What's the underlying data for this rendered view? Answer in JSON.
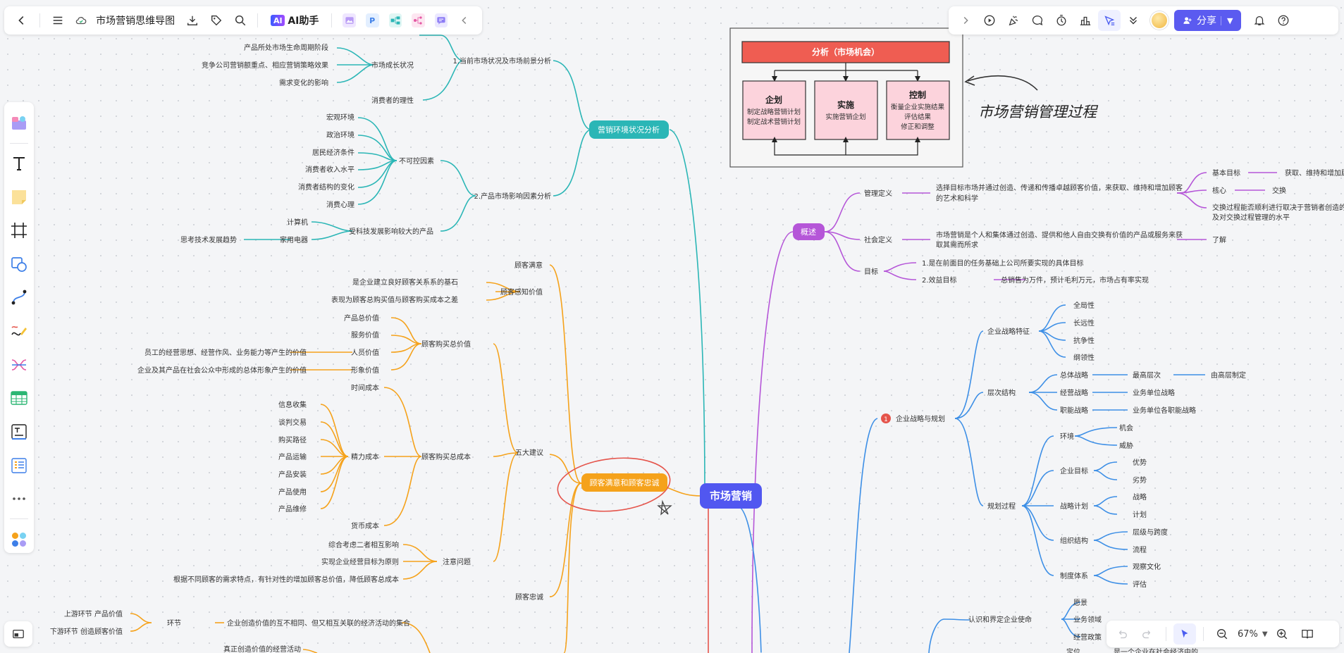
{
  "topbar": {
    "title": "市场营销思维导图",
    "ai_label": "AI助手",
    "ai_logo": "AI",
    "plugin_p": "P"
  },
  "share": {
    "label": "分享"
  },
  "zoom": {
    "level": "67%"
  },
  "colors": {
    "teal": "#2bb6b6",
    "purple": "#b556d8",
    "orange": "#f5a21b",
    "blue": "#3d8fe6",
    "root": "#5157f0",
    "red": "#e5544b"
  },
  "mindmap": {
    "root": "市场营销",
    "env": {
      "label": "营销环境状况分析",
      "b1": "1.当前市场状况及市场前景分析",
      "growth": "市场成长状况",
      "growth_items": [
        "产品所处市场生命周期阶段",
        "竞争公司营销额重点、相应营销策略效果",
        "需求变化的影响"
      ],
      "rational": "消费者的理性",
      "b2": "2.产品市场影响因素分析",
      "uncontrol": "不可控因素",
      "uncontrol_items": [
        "宏观环境",
        "政治环境",
        "居民经济条件",
        "消费者收入水平",
        "消费者结构的变化",
        "消费心理"
      ],
      "tech": "受科技发展影响较大的产品",
      "tech_items": [
        "计算机",
        "家用电器"
      ],
      "tech_note": "思考技术发展趋势"
    },
    "cs": {
      "label": "顾客满意和顾客忠诚",
      "satisfaction": "顾客满意",
      "perceived": "顾客感知价值",
      "perceived_items": [
        "是企业建立良好顾客关系系的基石",
        "表现为顾客总购买值与顾客购买成本之差"
      ],
      "total_value": "顾客购买总价值",
      "value_items": [
        "产品总价值",
        "服务价值",
        "人员价值",
        "形象价值"
      ],
      "personnel_note": "员工的经营思想、经营作风、业务能力等产生的价值",
      "image_note": "企业及其产品在社会公众中形成的总体形象产生的价值",
      "five": "五大建议",
      "total_cost": "顾客购买总成本",
      "time_cost": "时间成本",
      "energy_cost": "精力成本",
      "energy_items": [
        "信息收集",
        "谈判交易",
        "购买路径",
        "产品运输",
        "产品安装",
        "产品使用",
        "产品维修"
      ],
      "money_cost": "货币成本",
      "attention": "注意问题",
      "attention_items": [
        "综合考虑二者相互影响",
        "实现企业经营目标为原则",
        "根据不同顾客的需求特点，有针对性的增加顾客总价值，降低顾客总成本"
      ],
      "loyalty": "顾客忠诚",
      "link": "环节",
      "link_items": [
        "上游环节  产品价值",
        "下游环节  创造顾客价值"
      ],
      "link_note": "企业创造价值的互不相同、但又相互关联的经济活动的集合",
      "real_value": "真正创造价值的经营活动"
    },
    "overview": {
      "label": "概述",
      "mgmt": "管理定义",
      "mgmt_text": [
        "选择目标市场并通过创造、传递和传播卓越顾客价值，来获取、维持和增加顾客",
        "的艺术和科学"
      ],
      "mgmt_items": [
        "基本目标",
        "核心",
        "交换过程能否顺利进行取决于营销者创造的产",
        "及对交换过程管理的水平"
      ],
      "basic_goal_note": "获取、维持和增加顾",
      "core_note": "交换",
      "social": "社会定义",
      "social_text": [
        "市场营销是个人和集体通过创造、提供和他人自由交换有价值的产品或服务来获",
        "取其需而所求"
      ],
      "social_note": "了解",
      "goal": "目标",
      "goal_items": [
        "1.是在前面目的任务基础上公司所要实现的具体目标",
        "2.效益目标"
      ],
      "benefit_note": "总销售为万件，预计毛利万元，市场占有率实现"
    },
    "strategy": {
      "label": "企业战略与规划",
      "badge": "1",
      "features": "企业战略特征",
      "feature_items": [
        "全局性",
        "长远性",
        "抗争性",
        "纲领性"
      ],
      "levels": "层次结构",
      "level_items": [
        "总体战略",
        "经营战略",
        "职能战略"
      ],
      "level_notes": [
        "最高层次",
        "业务单位战略",
        "业务单位各职能战略"
      ],
      "top_note": "由高层制定",
      "process": "规划过程",
      "process_items": [
        "环境",
        "企业目标",
        "战略计划",
        "组织结构",
        "制度体系"
      ],
      "env_notes": [
        "机会",
        "威胁"
      ],
      "goal_notes": [
        "优势",
        "劣势"
      ],
      "plan_notes": [
        "战略",
        "计划"
      ],
      "org_notes": [
        "层级与跨度",
        "流程"
      ],
      "sys_notes": [
        "观察文化",
        "评估"
      ],
      "mission": "认识和界定企业使命",
      "mission_items": [
        "愿景",
        "业务领域",
        "经营政策"
      ],
      "partial_1": "定位",
      "partial_2": "是一个企业在社会经济中的"
    }
  },
  "diagram": {
    "analysis": "分析（市场机会）",
    "plan": "企划",
    "plan_lines": [
      "制定战略营销计划",
      "制定战术营销计划"
    ],
    "impl": "实施",
    "impl_lines": [
      "实施营销企划"
    ],
    "control": "控制",
    "control_lines": [
      "衡量企业实施结果",
      "评估结果",
      "修正和调整"
    ],
    "caption": "市场营销管理过程"
  }
}
